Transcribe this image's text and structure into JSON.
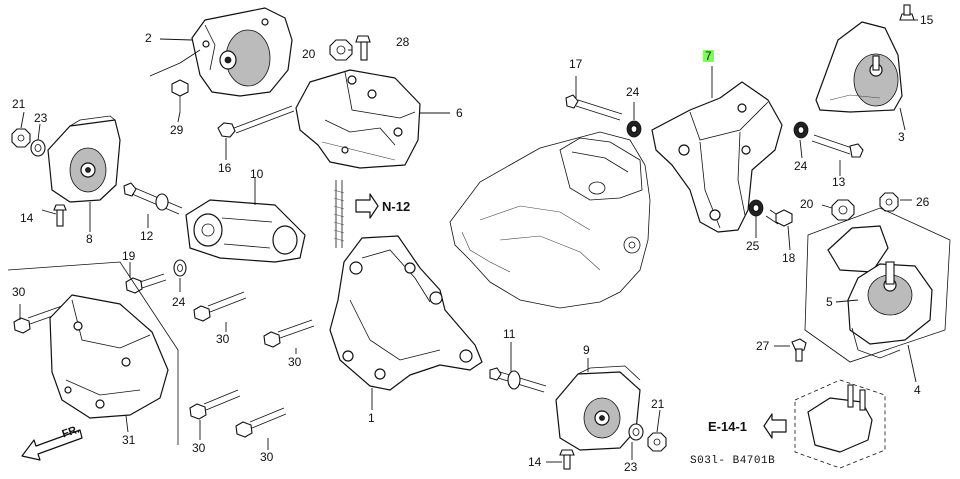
{
  "callouts": [
    {
      "id": "c2",
      "text": "2"
    },
    {
      "id": "c20a",
      "text": "20"
    },
    {
      "id": "c28",
      "text": "28"
    },
    {
      "id": "c21a",
      "text": "21"
    },
    {
      "id": "c23a",
      "text": "23"
    },
    {
      "id": "c29",
      "text": "29"
    },
    {
      "id": "c16",
      "text": "16"
    },
    {
      "id": "c6",
      "text": "6"
    },
    {
      "id": "c17",
      "text": "17"
    },
    {
      "id": "c24a",
      "text": "24"
    },
    {
      "id": "c7",
      "text": "7"
    },
    {
      "id": "c15",
      "text": "15"
    },
    {
      "id": "c3",
      "text": "3"
    },
    {
      "id": "c24b",
      "text": "24"
    },
    {
      "id": "c13",
      "text": "13"
    },
    {
      "id": "c14a",
      "text": "14"
    },
    {
      "id": "c8",
      "text": "8"
    },
    {
      "id": "c10",
      "text": "10"
    },
    {
      "id": "c12",
      "text": "12"
    },
    {
      "id": "c20b",
      "text": "20"
    },
    {
      "id": "c26",
      "text": "26"
    },
    {
      "id": "c25",
      "text": "25"
    },
    {
      "id": "c18",
      "text": "18"
    },
    {
      "id": "c19",
      "text": "19"
    },
    {
      "id": "c24c",
      "text": "24"
    },
    {
      "id": "c5",
      "text": "5"
    },
    {
      "id": "c30a",
      "text": "30"
    },
    {
      "id": "c30b",
      "text": "30"
    },
    {
      "id": "c30c",
      "text": "30"
    },
    {
      "id": "c30d",
      "text": "30"
    },
    {
      "id": "c30e",
      "text": "30"
    },
    {
      "id": "c31",
      "text": "31"
    },
    {
      "id": "c1",
      "text": "1"
    },
    {
      "id": "c11",
      "text": "11"
    },
    {
      "id": "c9",
      "text": "9"
    },
    {
      "id": "c21b",
      "text": "21"
    },
    {
      "id": "c23b",
      "text": "23"
    },
    {
      "id": "c14b",
      "text": "14"
    },
    {
      "id": "c27",
      "text": "27"
    },
    {
      "id": "c4",
      "text": "4"
    }
  ],
  "refs": {
    "n12": "N-12",
    "e14": "E-14-1"
  },
  "front_label": "FR.",
  "diagram_code": "S03l- B4701B",
  "highlight_color": "#7dff5a"
}
